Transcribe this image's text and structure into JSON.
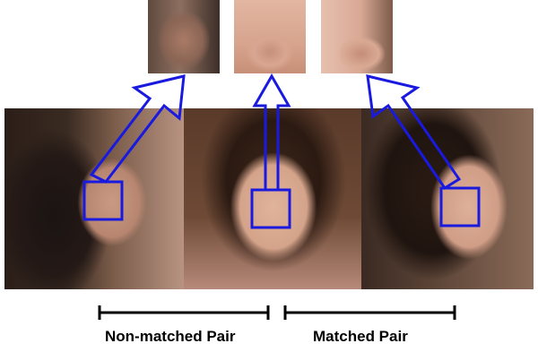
{
  "captions": {
    "non_matched": "Non-matched Pair",
    "matched": "Matched Pair"
  },
  "colors": {
    "highlight_box": "#1a1adf",
    "arrow": "#1a1adf",
    "bracket": "#000000"
  },
  "images": {
    "faces": [
      "face-left",
      "face-center",
      "face-right"
    ],
    "crops": [
      "crop-left",
      "crop-center",
      "crop-right"
    ]
  }
}
